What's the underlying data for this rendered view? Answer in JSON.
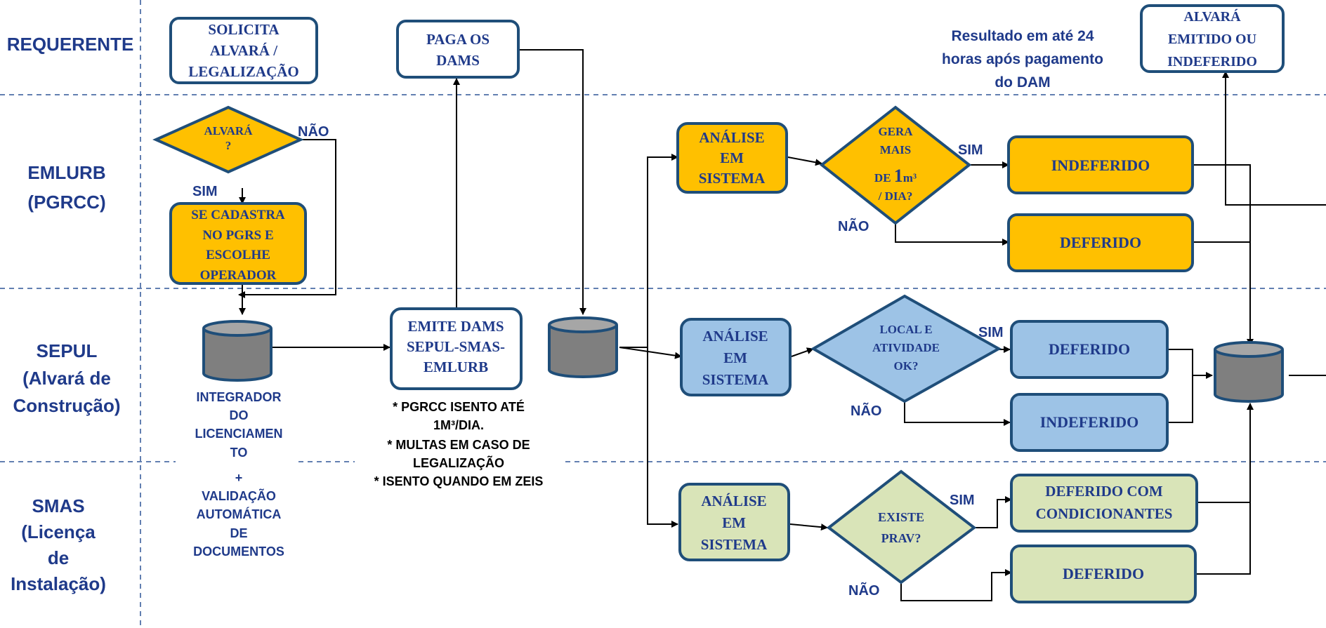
{
  "lanes": {
    "requerente": "REQUERENTE",
    "emlurb_1": "EMLURB",
    "emlurb_2": "(PGRCC)",
    "sepul_1": "SEPUL",
    "sepul_2": "(Alvará de",
    "sepul_3": "Construção)",
    "smas_1": "SMAS",
    "smas_2": "(Licença",
    "smas_3": "de",
    "smas_4": "Instalação)"
  },
  "requerente": {
    "solicita_1": "SOLICITA",
    "solicita_2": "ALVARÁ /",
    "solicita_3": "LEGALIZAÇÃO",
    "paga_1": "PAGA OS",
    "paga_2": "DAMS",
    "resultado_1": "Resultado em até 24",
    "resultado_2": "horas após pagamento",
    "resultado_3": "do DAM",
    "emitido_1": "ALVARÁ",
    "emitido_2": "EMITIDO OU",
    "emitido_3": "INDEFERIDO"
  },
  "emlurb": {
    "alvara_1": "ALVARÁ",
    "alvara_2": "?",
    "nao": "NÃO",
    "sim": "SIM",
    "cadastra_1": "SE CADASTRA",
    "cadastra_2": "NO PGRS E",
    "cadastra_3": "ESCOLHE",
    "cadastra_4": "OPERADOR",
    "analise_1": "ANÁLISE",
    "analise_2": "EM",
    "analise_3": "SISTEMA",
    "gera_1": "GERA",
    "gera_2": "MAIS",
    "gera_3a": "DE  ",
    "gera_3b": "1",
    "gera_3c": "m³",
    "gera_4": "/ DIA?",
    "sim_2": "SIM",
    "nao_2": "NÃO",
    "indeferido": "INDEFERIDO",
    "deferido": "DEFERIDO"
  },
  "sepul": {
    "integrador_1": "INTEGRADOR",
    "integrador_2": "DO",
    "integrador_3": "LICENCIAMEN",
    "integrador_4": "TO",
    "integrador_5": "+",
    "integrador_6": "VALIDAÇÃO",
    "integrador_7": "AUTOMÁTICA",
    "integrador_8": "DE",
    "integrador_9": "DOCUMENTOS",
    "emite_1": "EMITE DAMS",
    "emite_2": "SEPUL-SMAS-",
    "emite_3": "EMLURB",
    "note_1": "* PGRCC ISENTO ATÉ",
    "note_2": "1M³/DIA.",
    "note_3": "* MULTAS EM CASO DE",
    "note_4": "LEGALIZAÇÃO",
    "note_5": "* ISENTO QUANDO EM ZEIS",
    "analise_1": "ANÁLISE",
    "analise_2": "EM",
    "analise_3": "SISTEMA",
    "local_1": "LOCAL E",
    "local_2": "ATIVIDADE",
    "local_3": "OK?",
    "sim": "SIM",
    "nao": "NÃO",
    "deferido": "DEFERIDO",
    "indeferido": "INDEFERIDO"
  },
  "smas": {
    "analise_1": "ANÁLISE",
    "analise_2": "EM",
    "analise_3": "SISTEMA",
    "existe_1": "EXISTE",
    "existe_2": "PRAV?",
    "sim": "SIM",
    "nao": "NÃO",
    "cond_1": "DEFERIDO COM",
    "cond_2": "CONDICIONANTES",
    "deferido": "DEFERIDO"
  },
  "colors": {
    "orange": "#ffc000",
    "blue": "#9dc3e6",
    "green": "#d9e4b8",
    "border": "#1f4e79",
    "database": "#7f7f7f",
    "text": "#1f3a8a"
  }
}
